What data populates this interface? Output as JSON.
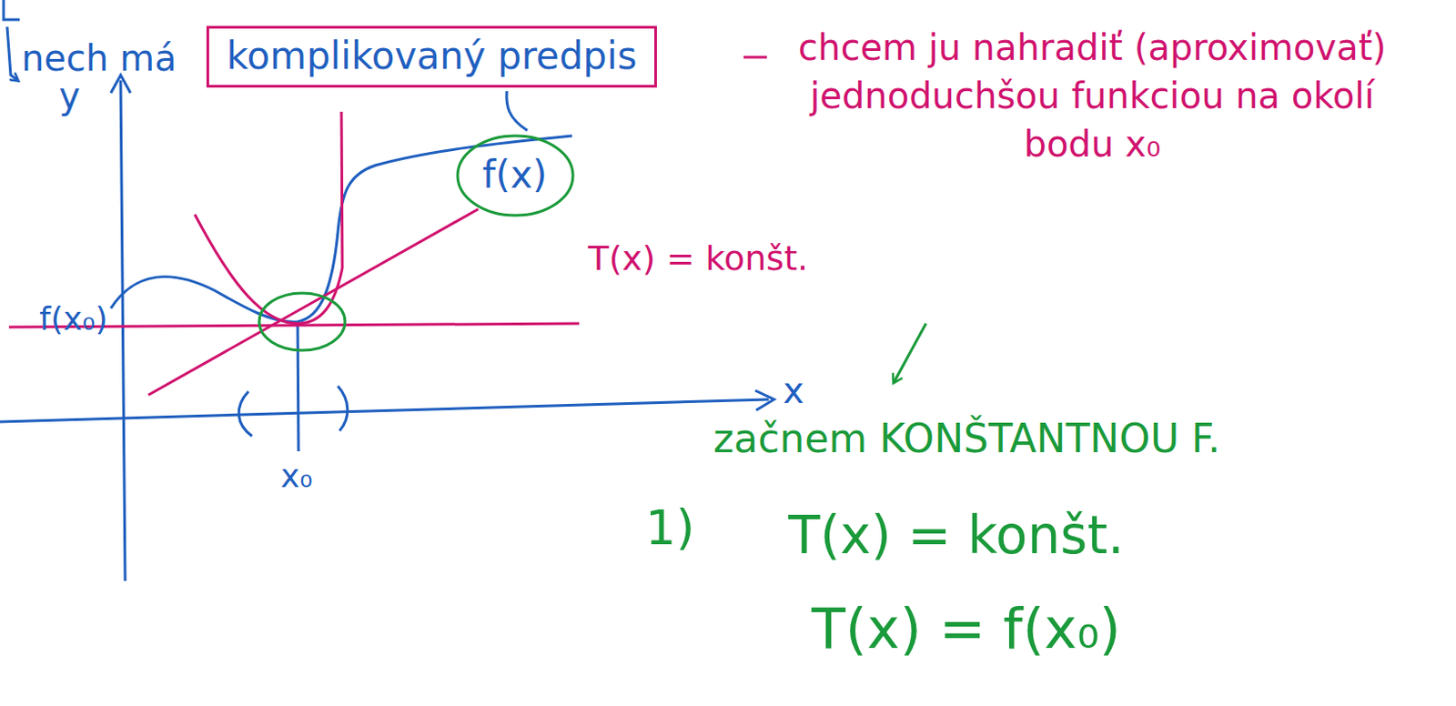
{
  "diagram": {
    "nodes": [
      {
        "text": [
          "komplikovaný predpis"
        ]
      },
      {
        "text": [
          "f(x)"
        ]
      }
    ],
    "labels": [
      "nech má",
      "chcem ju nahradiť (aproximovať) jednoduchšou funkciou na okolí bodu x₀",
      "y",
      "x",
      "f(x₀)",
      "x₀",
      "T(x) = konšt.",
      "začnem KONŠTANTNOU F.",
      "1)",
      "T(x) = konšt.",
      "T(x) = f(x₀)"
    ]
  }
}
